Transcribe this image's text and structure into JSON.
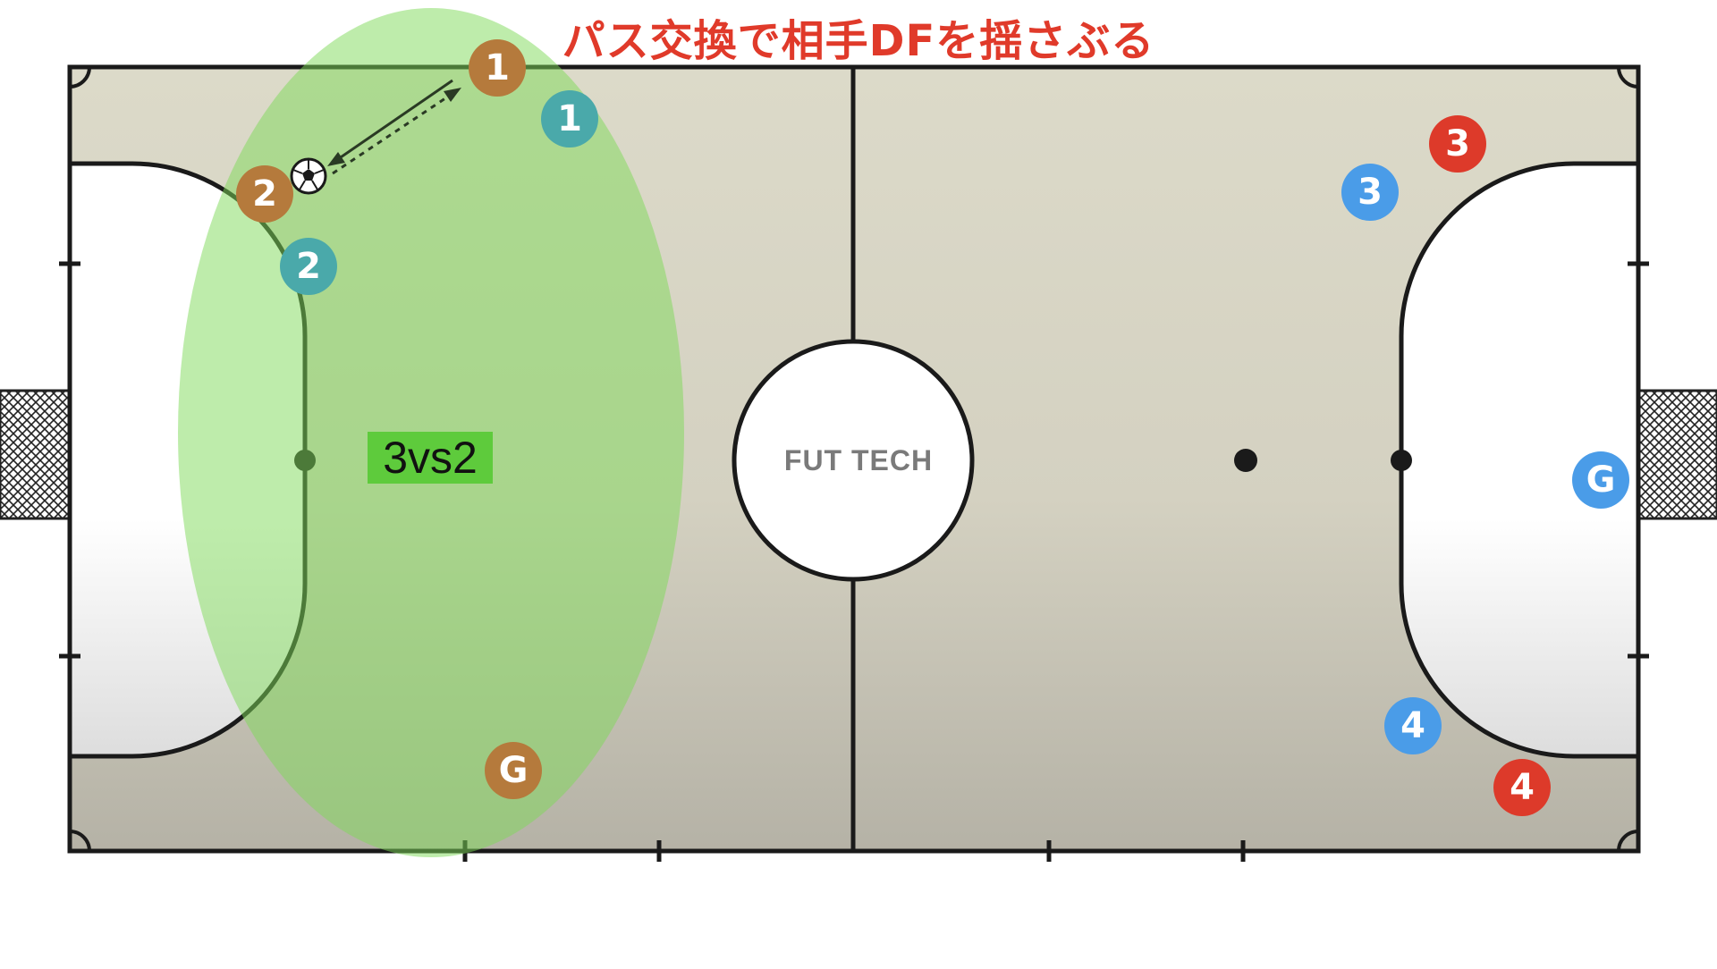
{
  "title": "パス交換で相手DFを揺さぶる",
  "label_3vs2": "3vs2",
  "logo": "FUT TECH",
  "colors": {
    "title": "#e03a2a",
    "team_orange": "#b57a3c",
    "team_teal": "#4aa9aa",
    "team_blue": "#4a9ce8",
    "team_red": "#dd3a2a",
    "highlight": "#7ed957"
  },
  "players": [
    {
      "label": "1",
      "team": "orange",
      "name": "orange-player-1"
    },
    {
      "label": "2",
      "team": "orange",
      "name": "orange-player-2"
    },
    {
      "label": "G",
      "team": "orange",
      "name": "orange-goalkeeper"
    },
    {
      "label": "1",
      "team": "teal",
      "name": "teal-player-1"
    },
    {
      "label": "2",
      "team": "teal",
      "name": "teal-player-2"
    },
    {
      "label": "3",
      "team": "blue",
      "name": "blue-player-3"
    },
    {
      "label": "4",
      "team": "blue",
      "name": "blue-player-4"
    },
    {
      "label": "G",
      "team": "blue",
      "name": "blue-goalkeeper"
    },
    {
      "label": "3",
      "team": "red",
      "name": "red-player-3"
    },
    {
      "label": "4",
      "team": "red",
      "name": "red-player-4"
    }
  ]
}
